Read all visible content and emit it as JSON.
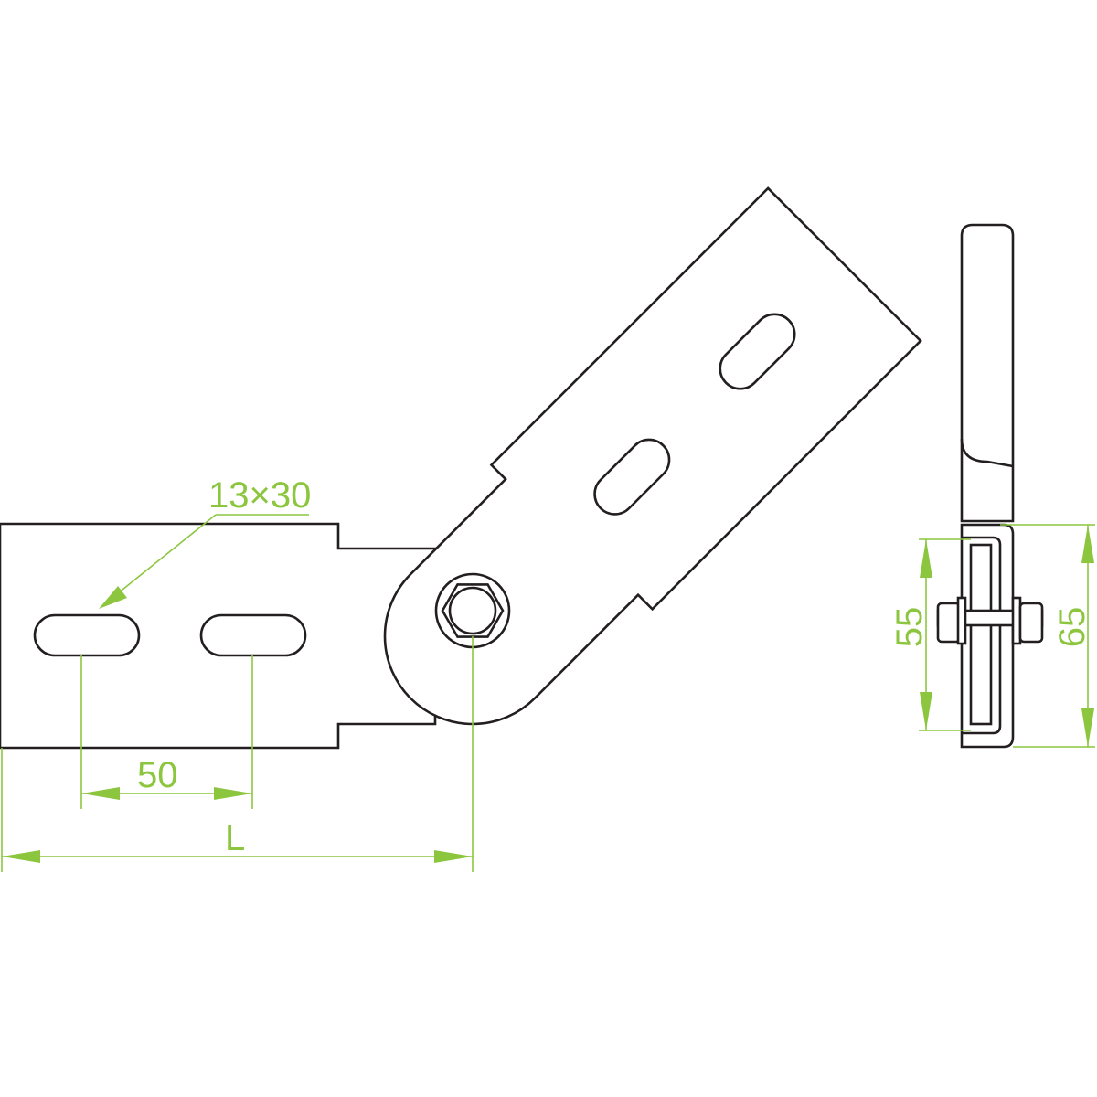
{
  "colors": {
    "outline": "#231f20",
    "dimension": "#8cc63f",
    "background": "#ffffff"
  },
  "labels": {
    "slot_size": "13×30",
    "slot_spacing": "50",
    "length": "L",
    "inner_height": "55",
    "outer_height": "65"
  }
}
